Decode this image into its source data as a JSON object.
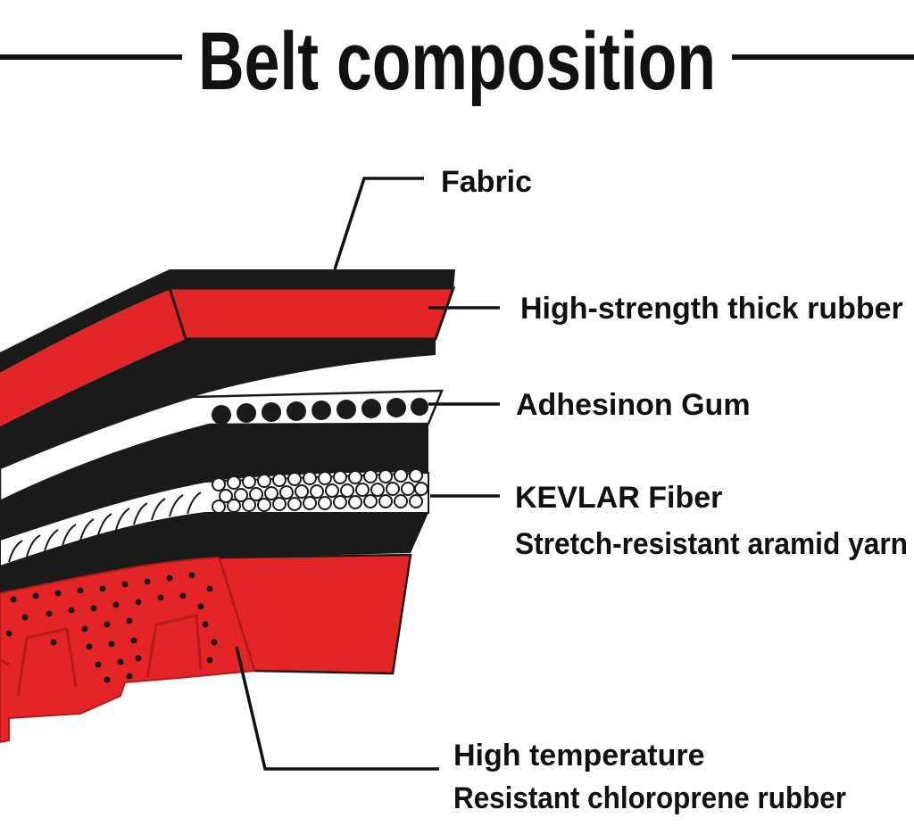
{
  "title": "Belt composition",
  "labels": {
    "fabric": "Fabric",
    "rubber": "High-strength thick rubber",
    "gum": "Adhesinon Gum",
    "kevlar_line1": "KEVLAR Fiber",
    "kevlar_line2": "Stretch-resistant aramid yarn",
    "chloroprene_line1": "High temperature",
    "chloroprene_line2": "Resistant chloroprene rubber"
  },
  "colors": {
    "red": "#e42527",
    "dark_red": "#b51a1c",
    "black": "#1a1a1a",
    "white": "#ffffff"
  }
}
